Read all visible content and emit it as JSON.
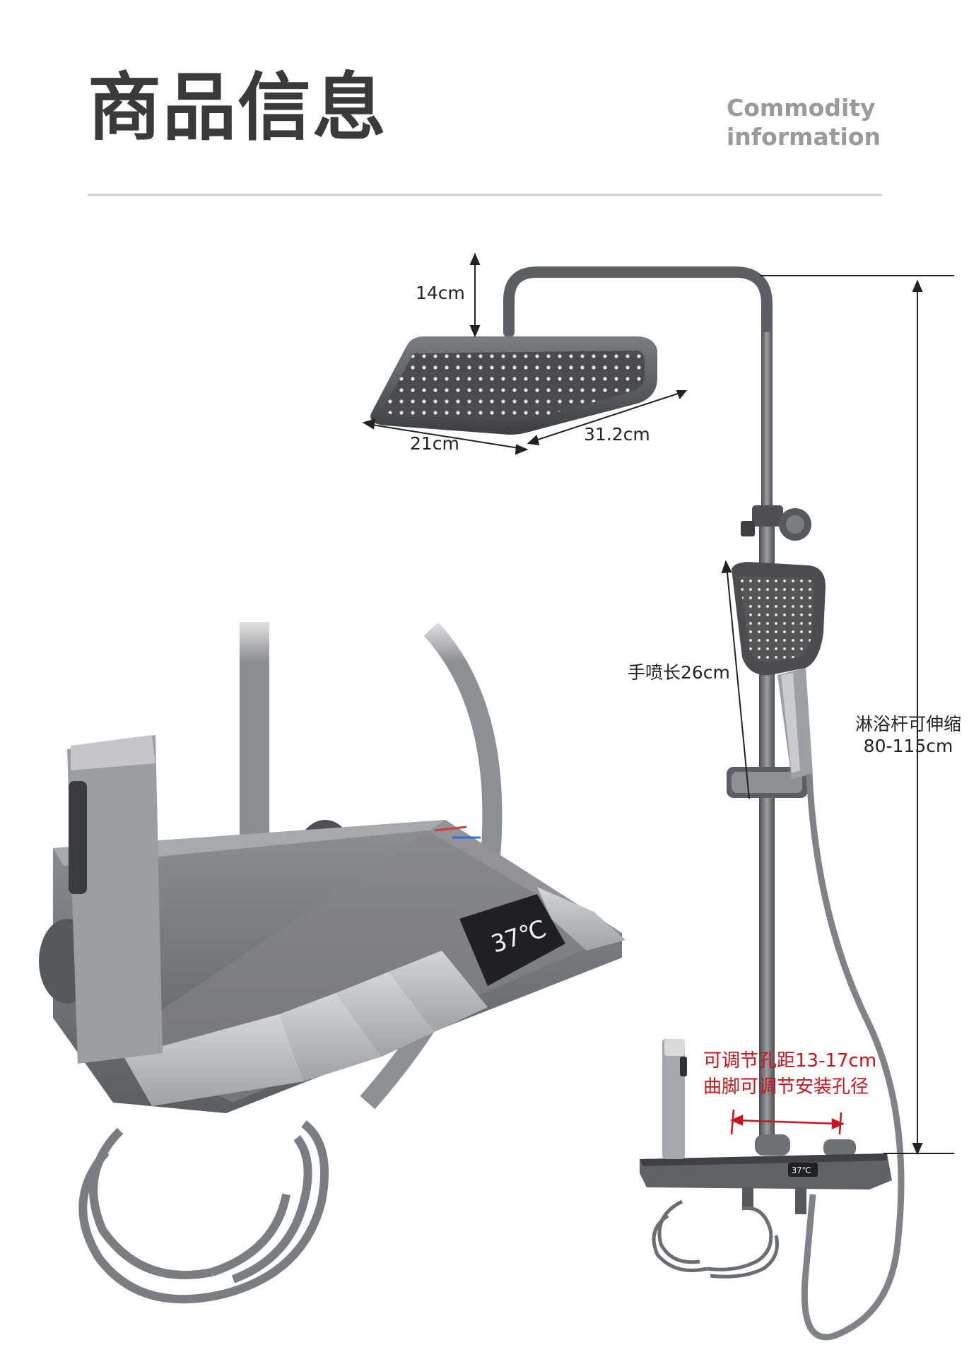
{
  "header": {
    "title_cn": "商品信息",
    "title_en_line1": "Commodity",
    "title_en_line2": "information"
  },
  "dimensions": {
    "head_thickness": "14cm",
    "head_width": "21cm",
    "head_length": "31.2cm",
    "hand_shower_length": "手喷长26cm",
    "rod_label_line1": "淋浴杆可伸缩",
    "rod_label_line2": "80-115cm",
    "hole_spacing_line1": "可调节孔距13-17cm",
    "hole_spacing_line2": "曲脚可调节安装孔径"
  },
  "display": {
    "temperature_readout": "37℃"
  },
  "colors": {
    "gunmetal": "#5b5e63",
    "gunmetal_light": "#a9acb0",
    "annotation_red": "#c7161d",
    "divider": "#d4d4d4"
  }
}
